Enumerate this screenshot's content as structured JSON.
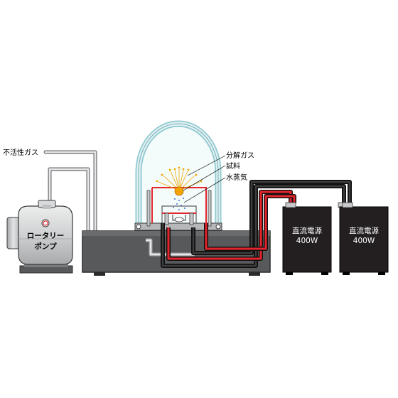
{
  "labels": {
    "inert_gas": "不活性ガス",
    "decomposition_gas": "分解ガス",
    "sample": "試料",
    "water_vapor": "水蒸気",
    "rotary_pump_line1": "ロータリー",
    "rotary_pump_line2": "ポンプ",
    "psu1_line1": "直流電源",
    "psu1_line2": "400W",
    "psu2_line1": "直流電源",
    "psu2_line2": "400W"
  },
  "colors": {
    "chamber_base": "#58595b",
    "chamber_base_light": "#6a6b6d",
    "psu_body": "#231f20",
    "pump_body": "#d9dadb",
    "red_wire": "#e4252b",
    "black_wire": "#1a1a1a",
    "bell_jar_glass": "#dff1f3",
    "bell_jar_edge": "#8fc9cf",
    "pipe": "#c8c9ca",
    "sample": "#f4a300"
  }
}
